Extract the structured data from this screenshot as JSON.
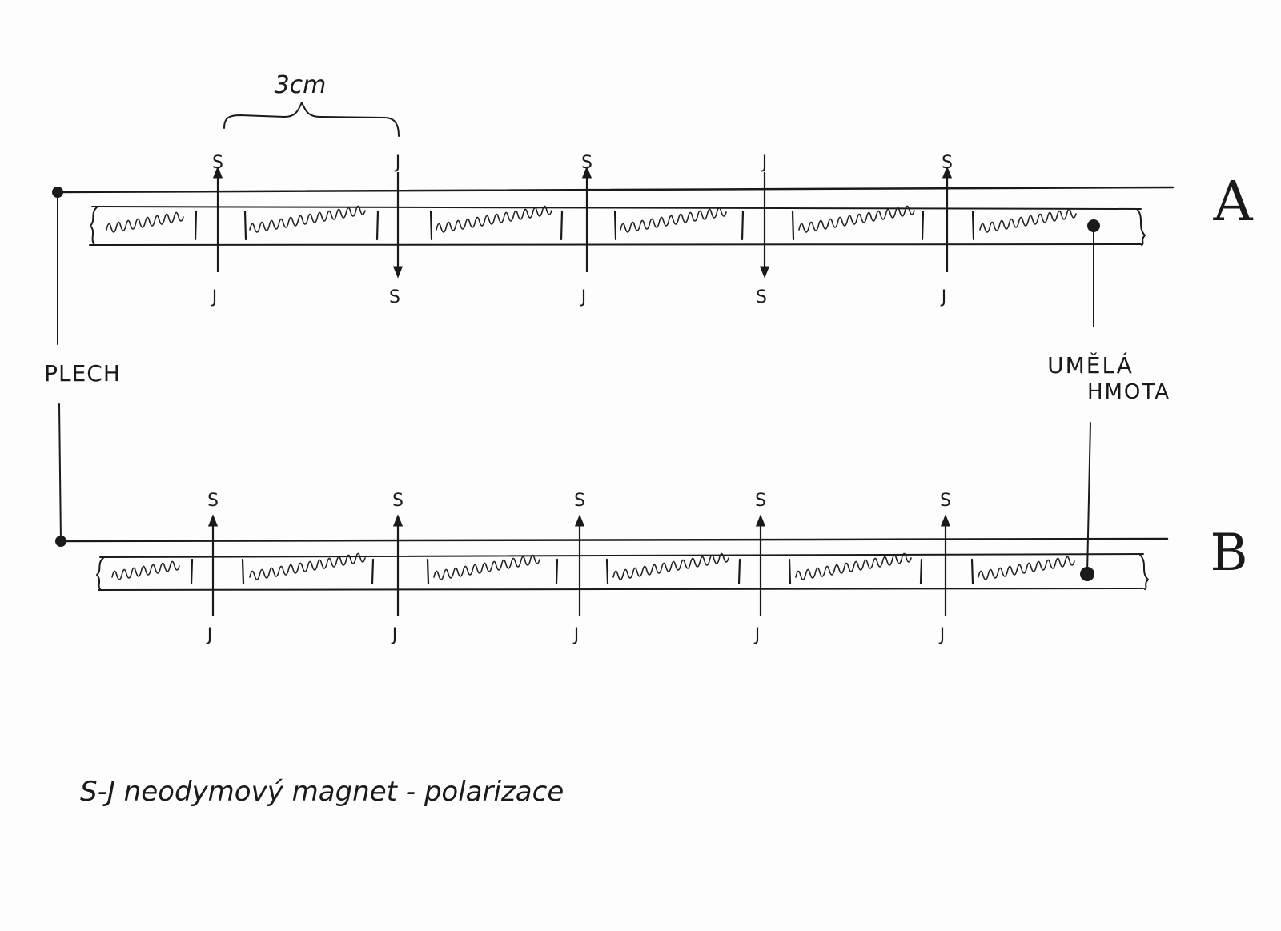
{
  "dimension_label": "3cm",
  "row_a": {
    "label": "A",
    "poles": [
      {
        "top": "S",
        "bottom": "J",
        "arrow": "up"
      },
      {
        "top": "J",
        "bottom": "S",
        "arrow": "down"
      },
      {
        "top": "S",
        "bottom": "J",
        "arrow": "up"
      },
      {
        "top": "J",
        "bottom": "S",
        "arrow": "down"
      },
      {
        "top": "S",
        "bottom": "J",
        "arrow": "up"
      }
    ]
  },
  "row_b": {
    "label": "B",
    "poles": [
      {
        "top": "S",
        "bottom": "J",
        "arrow": "up"
      },
      {
        "top": "S",
        "bottom": "J",
        "arrow": "up"
      },
      {
        "top": "S",
        "bottom": "J",
        "arrow": "up"
      },
      {
        "top": "S",
        "bottom": "J",
        "arrow": "up"
      },
      {
        "top": "S",
        "bottom": "J",
        "arrow": "up"
      }
    ]
  },
  "left_label": "PLECH",
  "right_label": {
    "line1": "UMĚLÁ",
    "line2": "HMOTA"
  },
  "legend": "S-J neodymový magnet - polarizace",
  "ink_color": "#1a1a1a"
}
